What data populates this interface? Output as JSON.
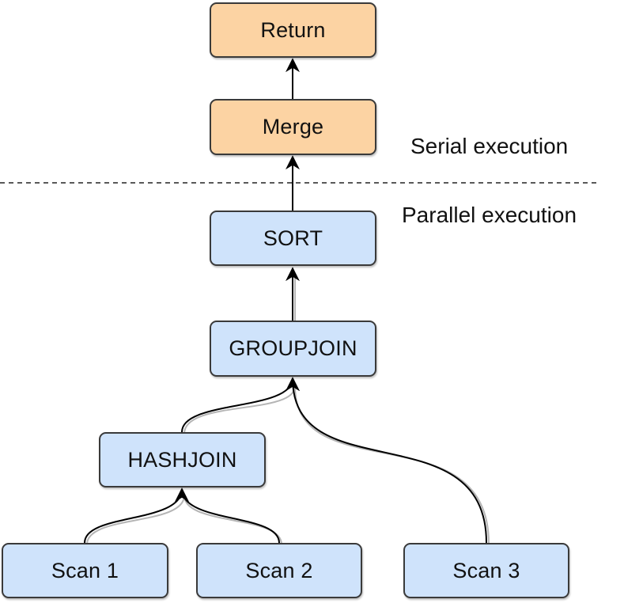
{
  "colors": {
    "serial_fill": "#fcd3a3",
    "parallel_fill": "#cfe3fb",
    "stroke": "#3a3a3a"
  },
  "labels": {
    "serial": "Serial execution",
    "parallel": "Parallel execution"
  },
  "nodes": {
    "return": "Return",
    "merge": "Merge",
    "sort": "SORT",
    "groupjoin": "GROUPJOIN",
    "hashjoin": "HASHJOIN",
    "scan1": "Scan 1",
    "scan2": "Scan 2",
    "scan3": "Scan 3"
  }
}
